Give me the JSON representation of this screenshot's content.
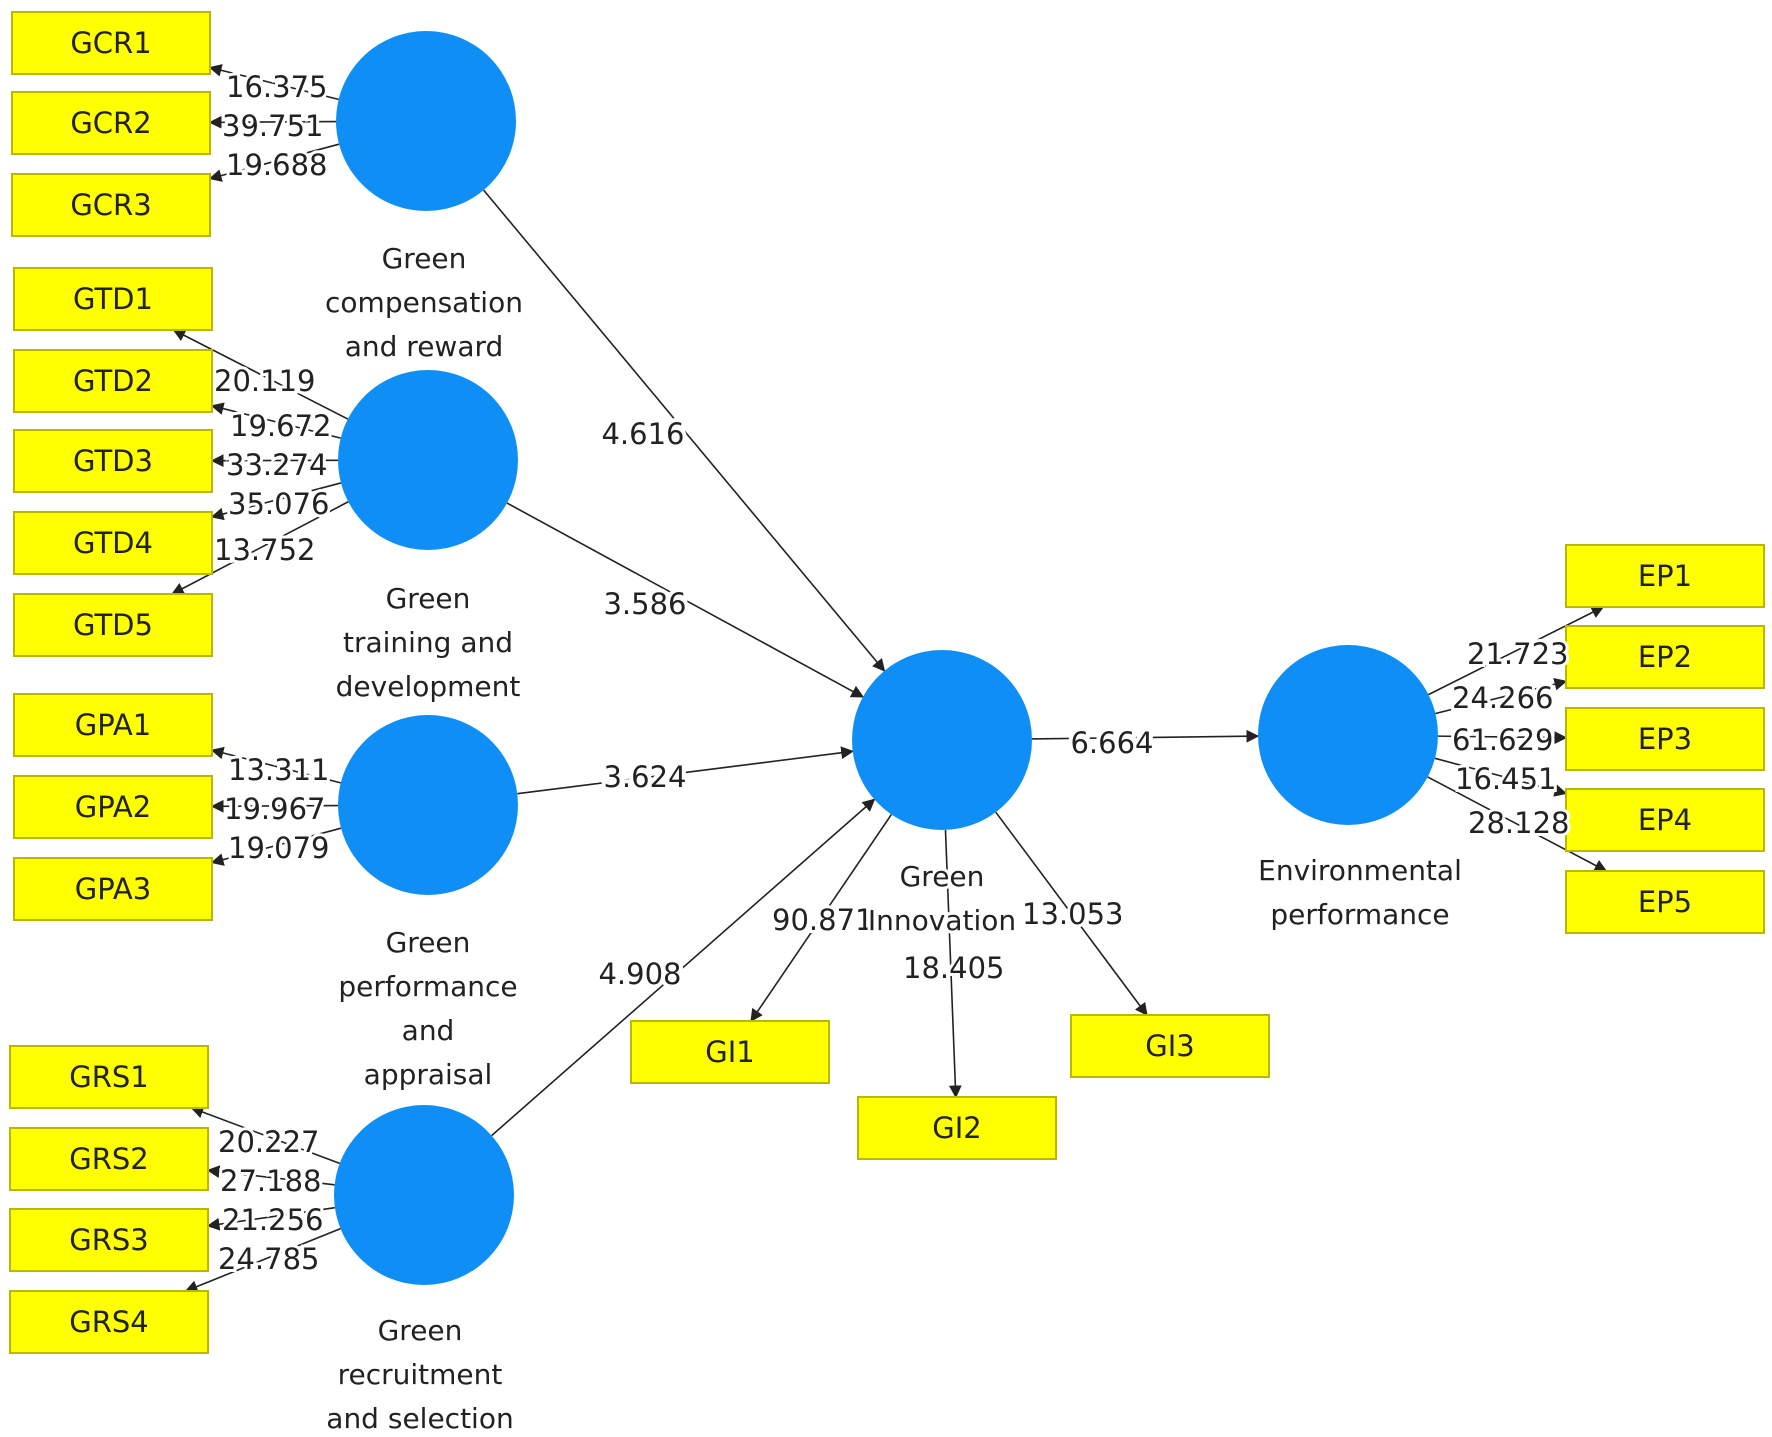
{
  "latent_variables": [
    {
      "id": "GCR",
      "label_lines": [
        "Green",
        "compensation",
        "and reward"
      ]
    },
    {
      "id": "GTD",
      "label_lines": [
        "Green",
        "training and",
        "development"
      ]
    },
    {
      "id": "GPA",
      "label_lines": [
        "Green",
        "performance",
        "and",
        "appraisal"
      ]
    },
    {
      "id": "GRS",
      "label_lines": [
        "Green",
        "recruitment",
        "and selection"
      ]
    },
    {
      "id": "GI",
      "label_lines": [
        "Green",
        "Innovation"
      ]
    },
    {
      "id": "EP",
      "label_lines": [
        "Environmental",
        "performance"
      ]
    }
  ],
  "indicators": [
    {
      "id": "GCR1",
      "label": "GCR1"
    },
    {
      "id": "GCR2",
      "label": "GCR2"
    },
    {
      "id": "GCR3",
      "label": "GCR3"
    },
    {
      "id": "GTD1",
      "label": "GTD1"
    },
    {
      "id": "GTD2",
      "label": "GTD2"
    },
    {
      "id": "GTD3",
      "label": "GTD3"
    },
    {
      "id": "GTD4",
      "label": "GTD4"
    },
    {
      "id": "GTD5",
      "label": "GTD5"
    },
    {
      "id": "GPA1",
      "label": "GPA1"
    },
    {
      "id": "GPA2",
      "label": "GPA2"
    },
    {
      "id": "GPA3",
      "label": "GPA3"
    },
    {
      "id": "GRS1",
      "label": "GRS1"
    },
    {
      "id": "GRS2",
      "label": "GRS2"
    },
    {
      "id": "GRS3",
      "label": "GRS3"
    },
    {
      "id": "GRS4",
      "label": "GRS4"
    },
    {
      "id": "GI1",
      "label": "GI1"
    },
    {
      "id": "GI2",
      "label": "GI2"
    },
    {
      "id": "GI3",
      "label": "GI3"
    },
    {
      "id": "EP1",
      "label": "EP1"
    },
    {
      "id": "EP2",
      "label": "EP2"
    },
    {
      "id": "EP3",
      "label": "EP3"
    },
    {
      "id": "EP4",
      "label": "EP4"
    },
    {
      "id": "EP5",
      "label": "EP5"
    }
  ],
  "loadings": [
    {
      "from": "GCR",
      "to": "GCR1",
      "value": "16.375"
    },
    {
      "from": "GCR",
      "to": "GCR2",
      "value": "39.751"
    },
    {
      "from": "GCR",
      "to": "GCR3",
      "value": "19.688"
    },
    {
      "from": "GTD",
      "to": "GTD1",
      "value": "20.119"
    },
    {
      "from": "GTD",
      "to": "GTD2",
      "value": "19.672"
    },
    {
      "from": "GTD",
      "to": "GTD3",
      "value": "33.274"
    },
    {
      "from": "GTD",
      "to": "GTD4",
      "value": "35.076"
    },
    {
      "from": "GTD",
      "to": "GTD5",
      "value": "13.752"
    },
    {
      "from": "GPA",
      "to": "GPA1",
      "value": "13.311"
    },
    {
      "from": "GPA",
      "to": "GPA2",
      "value": "19.967"
    },
    {
      "from": "GPA",
      "to": "GPA3",
      "value": "19.079"
    },
    {
      "from": "GRS",
      "to": "GRS1",
      "value": "20.227"
    },
    {
      "from": "GRS",
      "to": "GRS2",
      "value": "27.188"
    },
    {
      "from": "GRS",
      "to": "GRS3",
      "value": "21.256"
    },
    {
      "from": "GRS",
      "to": "GRS4",
      "value": "24.785"
    },
    {
      "from": "GI",
      "to": "GI1",
      "value": "90.871"
    },
    {
      "from": "GI",
      "to": "GI2",
      "value": "18.405"
    },
    {
      "from": "GI",
      "to": "GI3",
      "value": "13.053"
    },
    {
      "from": "EP",
      "to": "EP1",
      "value": "21.723"
    },
    {
      "from": "EP",
      "to": "EP2",
      "value": "24.266"
    },
    {
      "from": "EP",
      "to": "EP3",
      "value": "61.629"
    },
    {
      "from": "EP",
      "to": "EP4",
      "value": "16.451"
    },
    {
      "from": "EP",
      "to": "EP5",
      "value": "28.128"
    }
  ],
  "paths": [
    {
      "from": "GCR",
      "to": "GI",
      "value": "4.616"
    },
    {
      "from": "GTD",
      "to": "GI",
      "value": "3.586"
    },
    {
      "from": "GPA",
      "to": "GI",
      "value": "3.624"
    },
    {
      "from": "GRS",
      "to": "GI",
      "value": "4.908"
    },
    {
      "from": "GI",
      "to": "EP",
      "value": "6.664"
    }
  ],
  "colors": {
    "latent": "#0f8ff5",
    "indicator": "#ffff00",
    "indicator_border": "#b8b800",
    "line": "#222222"
  }
}
